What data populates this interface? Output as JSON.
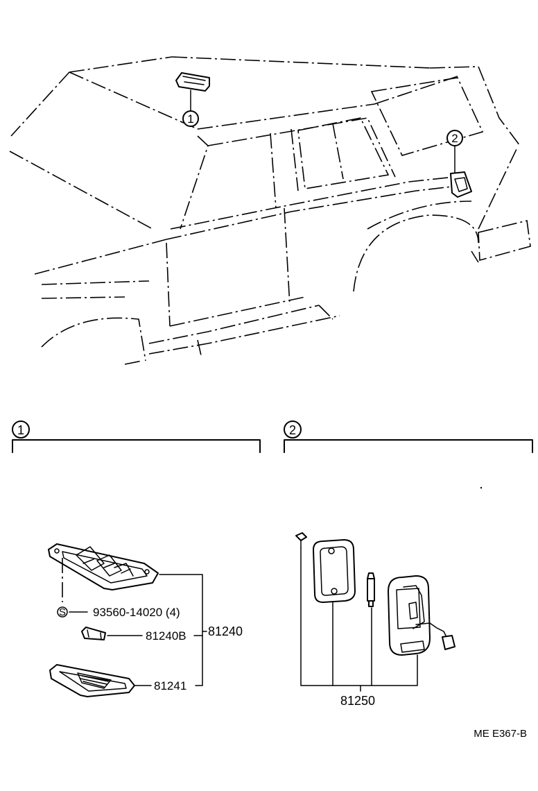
{
  "callouts": {
    "c1": "1",
    "c2": "2"
  },
  "sections": [
    {
      "number": "1"
    },
    {
      "number": "2"
    }
  ],
  "section1": {
    "screw_symbol": "S",
    "screw_part": "93560-14020 (4)",
    "bulb_part": "81240B",
    "assembly_part": "81240",
    "lens_part": "81241"
  },
  "section2": {
    "assembly_part": "81250"
  },
  "figure_ref": "ME E367-B"
}
